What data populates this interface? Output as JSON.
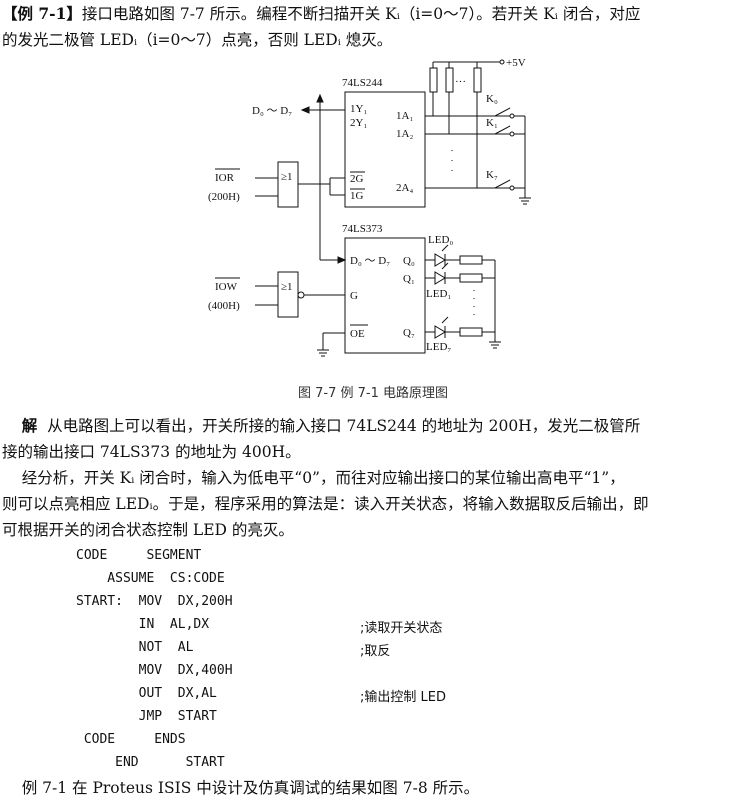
{
  "intro": {
    "label": "【例 7-1】",
    "line1": "接口电路如图 7-7 所示。编程不断扫描开关 Kᵢ（i=0～7）。若开关 Kᵢ 闭合，对应",
    "line2": "的发光二极管 LEDᵢ（i=0～7）点亮，否则 LEDᵢ 熄灭。"
  },
  "circuit": {
    "chip1": "74LS244",
    "chip2": "74LS373",
    "bus_label": "D₀ ～ D₇",
    "chip1_pins_left": [
      "1Y₁",
      "2Y₁",
      "2G",
      "1G"
    ],
    "chip1_pins_right": [
      "1A₁",
      "1A₂",
      "2A₄"
    ],
    "chip2_pins_left": [
      "D₀ ～ D₇",
      "G",
      "OE"
    ],
    "chip2_pins_right": [
      "Q₀",
      "Q₁",
      "Q₇"
    ],
    "gate1_label": "≥1",
    "gate2_label": "≥1",
    "ior": "IOR",
    "ior_addr": "(200H)",
    "iow": "IOW",
    "iow_addr": "(400H)",
    "vcc": "+5V",
    "switches": [
      "K₀",
      "K₁",
      "K₇"
    ],
    "leds": [
      "LED₀",
      "LED₁",
      "LED₇"
    ],
    "dots": "···"
  },
  "caption": "图 7-7   例 7-1 电路原理图",
  "solution": {
    "label": "解",
    "para1a": "从电路图上可以看出，开关所接的输入接口 74LS244 的地址为 200H，发光二极管所",
    "para1b": "接的输出接口 74LS373 的地址为 400H。",
    "para2a": "经分析，开关 Kᵢ 闭合时，输入为低电平“0”，而往对应输出接口的某位输出高电平“1”，",
    "para2b": "则可以点亮相应 LEDᵢ。于是，程序采用的算法是：读入开关状态，将输入数据取反后输出，即",
    "para2c": "可根据开关的闭合状态控制 LED 的亮灭。"
  },
  "code": [
    {
      "text": "CODE     SEGMENT",
      "comment": ""
    },
    {
      "text": "    ASSUME  CS:CODE",
      "comment": ""
    },
    {
      "text": "START:  MOV  DX,200H",
      "comment": ""
    },
    {
      "text": "        IN  AL,DX",
      "comment": ";读取开关状态"
    },
    {
      "text": "        NOT  AL",
      "comment": ";取反"
    },
    {
      "text": "        MOV  DX,400H",
      "comment": ""
    },
    {
      "text": "        OUT  DX,AL",
      "comment": ";输出控制 LED"
    },
    {
      "text": "        JMP  START",
      "comment": ""
    },
    {
      "text": " CODE     ENDS",
      "comment": ""
    },
    {
      "text": "     END      START",
      "comment": ""
    }
  ],
  "footer": "例 7-1 在 Proteus ISIS 中设计及仿真调试的结果如图 7-8 所示。"
}
